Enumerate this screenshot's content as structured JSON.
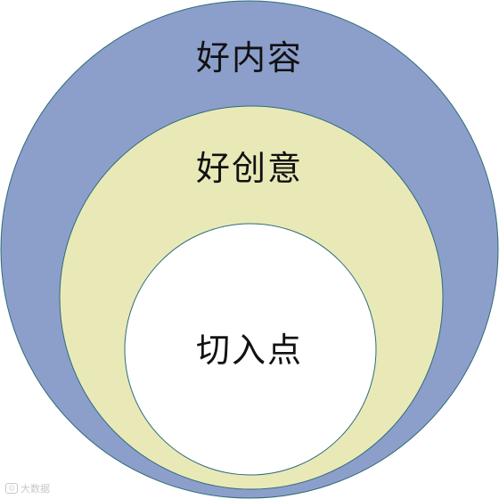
{
  "colors": {
    "outer": "#8c9fcb",
    "middle": "#e9e9b8",
    "inner": "#ffffff",
    "stroke": "#2f6b79"
  },
  "rings": {
    "outer": {
      "label": "好内容"
    },
    "middle": {
      "label": "好创意"
    },
    "inner": {
      "label": "切入点"
    }
  },
  "watermark": {
    "text": "大数据"
  }
}
